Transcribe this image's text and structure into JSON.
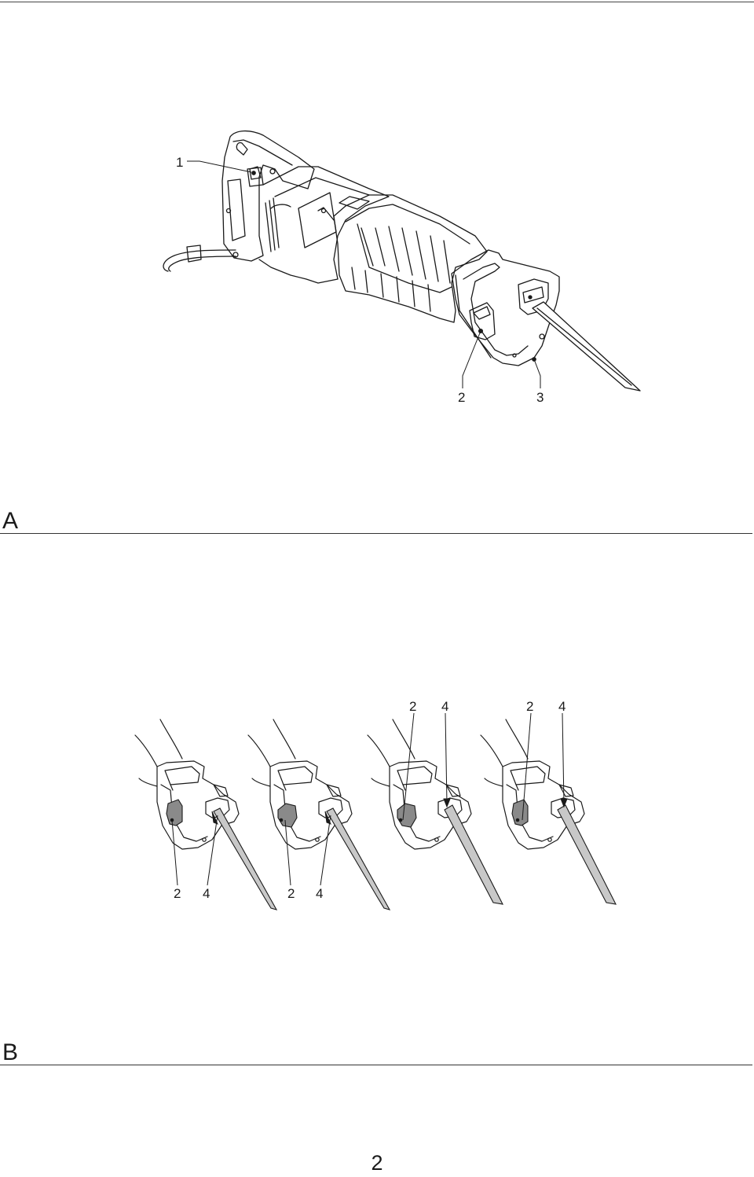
{
  "figures": {
    "a": {
      "letter": "A",
      "callouts": {
        "trigger": "1",
        "lever": "2",
        "shoe": "3"
      }
    },
    "b": {
      "letter": "B",
      "steps": [
        {
          "lever": "2",
          "blade_holder": "4"
        },
        {
          "lever": "2",
          "blade_holder": "4"
        },
        {
          "lever": "2",
          "blade_holder": "4"
        },
        {
          "lever": "2",
          "blade_holder": "4"
        }
      ]
    }
  },
  "page_number": "2",
  "colors": {
    "line": "#1a1a1a",
    "blade_fill": "#c8c8c8",
    "lever_fill": "#8a8a8a"
  }
}
